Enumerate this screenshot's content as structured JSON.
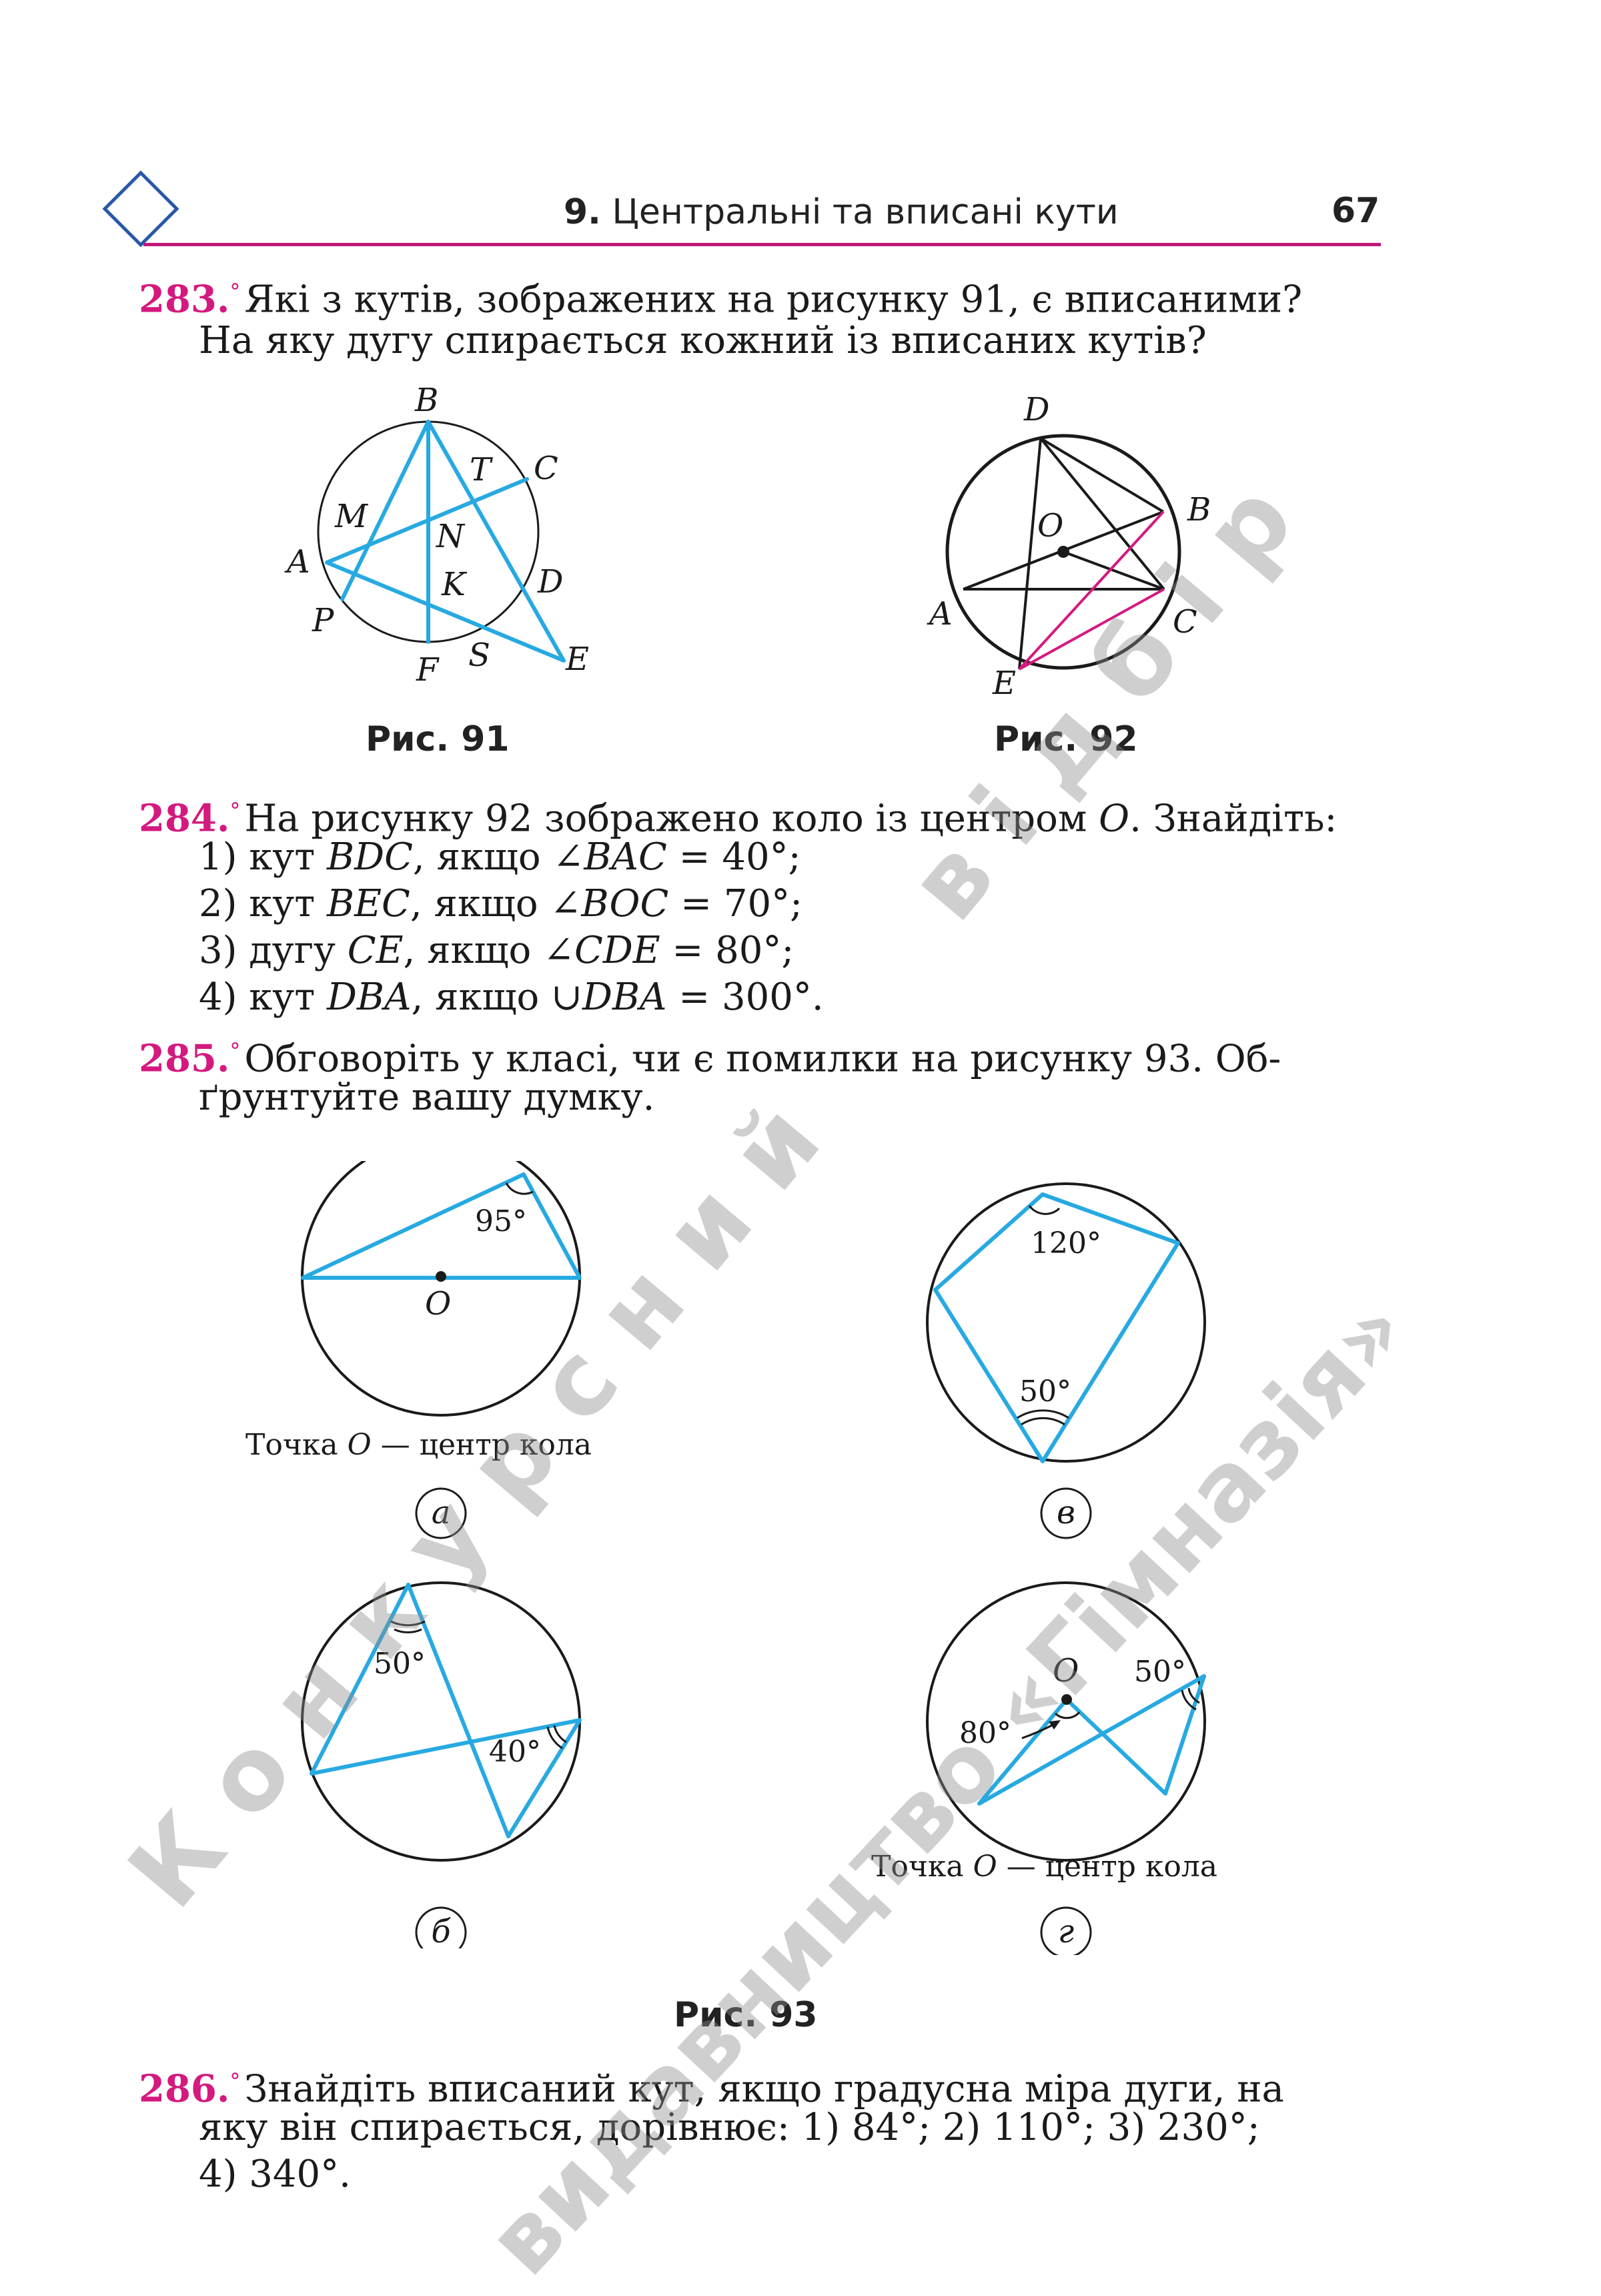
{
  "header": {
    "section_number": "9.",
    "section_title": "Центральні та вписані кути",
    "page_number": "67"
  },
  "problems": {
    "p283": {
      "number": "283.",
      "line1": "Які з кутів, зображених на рисунку 91, є вписаними?",
      "line2": "На яку дугу спирається кожний із вписаних кутів?"
    },
    "p284": {
      "number": "284.",
      "intro_a": "На рисунку 92 зображено коло із центром ",
      "intro_var": "O",
      "intro_b": ". Знайдіть:",
      "items": [
        {
          "pre": "1) кут ",
          "var": "BDC",
          "mid": ", якщо ",
          "expr": "∠BAC",
          "val": " = 40°;"
        },
        {
          "pre": "2) кут ",
          "var": "BEC",
          "mid": ", якщо ",
          "expr": "∠BOC",
          "val": " = 70°;"
        },
        {
          "pre": "3) дугу ",
          "var": "CE",
          "mid": ", якщо ",
          "expr": "∠CDE",
          "val": " = 80°;"
        },
        {
          "pre": "4) кут ",
          "var": "DBA",
          "mid": ", якщо ",
          "expr": "∪DBA",
          "val": " = 300°."
        }
      ]
    },
    "p285": {
      "number": "285.",
      "line1": "Обговоріть у класі, чи є помилки на рисунку 93. Об-",
      "line2": "ґрунтуйте вашу думку."
    },
    "p286": {
      "number": "286.",
      "line1": "Знайдіть вписаний кут, якщо градусна міра дуги, на",
      "line2": "яку він спирається, дорівнює: 1) 84°; 2) 110°; 3) 230°;",
      "line3": "4) 340°."
    }
  },
  "figures": {
    "fig91": {
      "caption": "Рис. 91",
      "labels": {
        "B": "B",
        "T": "T",
        "C": "C",
        "M": "M",
        "N": "N",
        "A": "A",
        "K": "K",
        "D": "D",
        "P": "P",
        "S": "S",
        "F": "F",
        "E": "E"
      }
    },
    "fig92": {
      "caption": "Рис. 92",
      "labels": {
        "D": "D",
        "O": "O",
        "B": "B",
        "A": "A",
        "C": "C",
        "E": "E"
      }
    },
    "fig93": {
      "caption": "Рис. 93",
      "a": {
        "angle": "95°",
        "center": "O",
        "note_pre": "Точка ",
        "note_var": "O",
        "note_post": " — центр кола",
        "letter": "а"
      },
      "v": {
        "angle_top": "120°",
        "angle_bottom": "50°",
        "letter": "в"
      },
      "b": {
        "angle_top": "50°",
        "angle_right": "40°",
        "letter": "б"
      },
      "g": {
        "center": "O",
        "angle_left": "80°",
        "angle_right": "50°",
        "note_pre": "Точка ",
        "note_var": "O",
        "note_post": " — центр кола",
        "letter": "г"
      }
    }
  },
  "watermarks": {
    "w1": "К о н к у р с н и й",
    "w2": "в і д б і р",
    "w3": "видавництво «Гімназія»"
  },
  "colors": {
    "accent": "#d4197f",
    "figure_blue": "#27a9e1",
    "figure_magenta": "#d4197f",
    "header_line": "#c2187a"
  }
}
